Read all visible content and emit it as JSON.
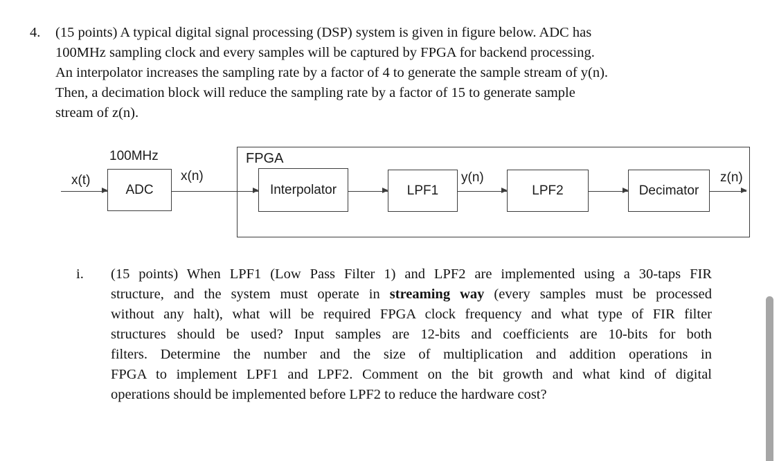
{
  "colors": {
    "background": "#ffffff",
    "text": "#141414",
    "diagram_line": "#3c3c3c",
    "scrollbar": "#a6a6a6"
  },
  "question": {
    "number": "4.",
    "lines": [
      "(15 points) A typical digital signal processing (DSP) system is given in figure below. ADC has",
      "100MHz sampling clock and every samples will be captured by FPGA for backend processing.",
      "An interpolator increases the sampling rate by a factor of 4 to generate the sample stream of y(n).",
      "Then, a decimation block will reduce the sampling rate by a factor of 15 to generate sample",
      "stream of z(n)."
    ]
  },
  "diagram": {
    "clock_label": "100MHz",
    "container_label": "FPGA",
    "blocks": {
      "adc": "ADC",
      "interpolator": "Interpolator",
      "lpf1": "LPF1",
      "lpf2": "LPF2",
      "decimator": "Decimator"
    },
    "signals": {
      "input": "x(t)",
      "sampled": "x(n)",
      "interpolated": "y(n)",
      "output": "z(n)"
    }
  },
  "subquestion": {
    "number": "i.",
    "lines": {
      "l1": "(15 points) When LPF1 (Low Pass Filter 1) and LPF2 are implemented using a 30-taps FIR",
      "l2a": "structure, and the system must operate in ",
      "l2b": "streaming way",
      "l2c": " (every samples must be processed",
      "l3": "without any halt), what will be required FPGA clock frequency and what type of FIR filter",
      "l4": "structures should be used? Input samples are 12-bits and coefficients are 10-bits for both",
      "l5": "filters. Determine the number and the size of multiplication and addition operations in",
      "l6": "FPGA to implement LPF1 and LPF2. Comment on the bit growth and what kind of digital",
      "l7": "operations should be implemented before LPF2 to reduce the hardware cost?"
    }
  }
}
